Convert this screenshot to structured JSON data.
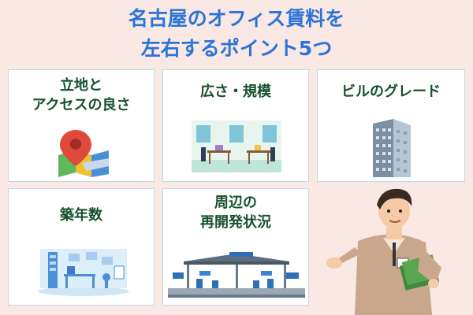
{
  "heading": {
    "line1": "名古屋のオフィス賃料を",
    "line2": "左右するポイント5つ"
  },
  "cards": [
    {
      "label_lines": [
        "立地と",
        "アクセスの良さ"
      ],
      "icon": "map-pin-icon"
    },
    {
      "label_lines": [
        "広さ・規模"
      ],
      "icon": "office-room-illustration"
    },
    {
      "label_lines": [
        "ビルのグレード"
      ],
      "icon": "skyscraper-icon"
    },
    {
      "label_lines": [
        "築年数"
      ],
      "icon": "old-office-illustration"
    },
    {
      "label_lines": [
        "周辺の",
        "再開発状況"
      ],
      "icon": "train-station-illustration"
    }
  ],
  "colors": {
    "background": "#f9e8e4",
    "heading": "#2c74d6",
    "card_label": "#16502c",
    "card_border": "#b9dce8"
  }
}
